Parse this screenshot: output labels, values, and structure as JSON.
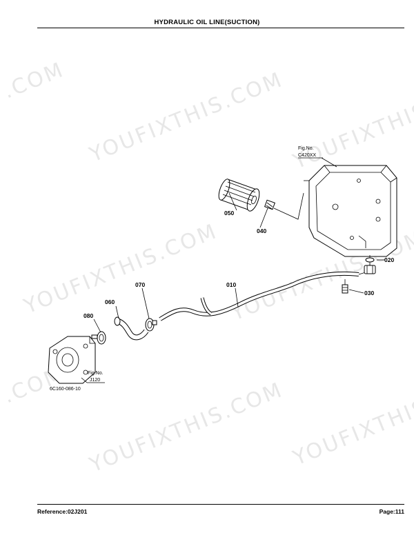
{
  "header": {
    "title": "HYDRAULIC OIL LINE(SUCTION)"
  },
  "footer": {
    "reference": "Reference:02J201",
    "page": "Page:111"
  },
  "watermark": {
    "text": "YOUFIXTHIS",
    "text_dot": ".COM"
  },
  "diagram": {
    "code": "6C160-086-10",
    "fig_refs": {
      "upper": {
        "label": "Fig.No.",
        "code": "C420XX"
      },
      "lower": {
        "label": "Fig.No.",
        "code": "J120"
      }
    },
    "parts": [
      {
        "id": "p010",
        "num": "010"
      },
      {
        "id": "p020",
        "num": "020"
      },
      {
        "id": "p030",
        "num": "030"
      },
      {
        "id": "p040",
        "num": "040"
      },
      {
        "id": "p050",
        "num": "050"
      },
      {
        "id": "p060",
        "num": "060"
      },
      {
        "id": "p070",
        "num": "070"
      },
      {
        "id": "p080",
        "num": "080"
      }
    ]
  }
}
